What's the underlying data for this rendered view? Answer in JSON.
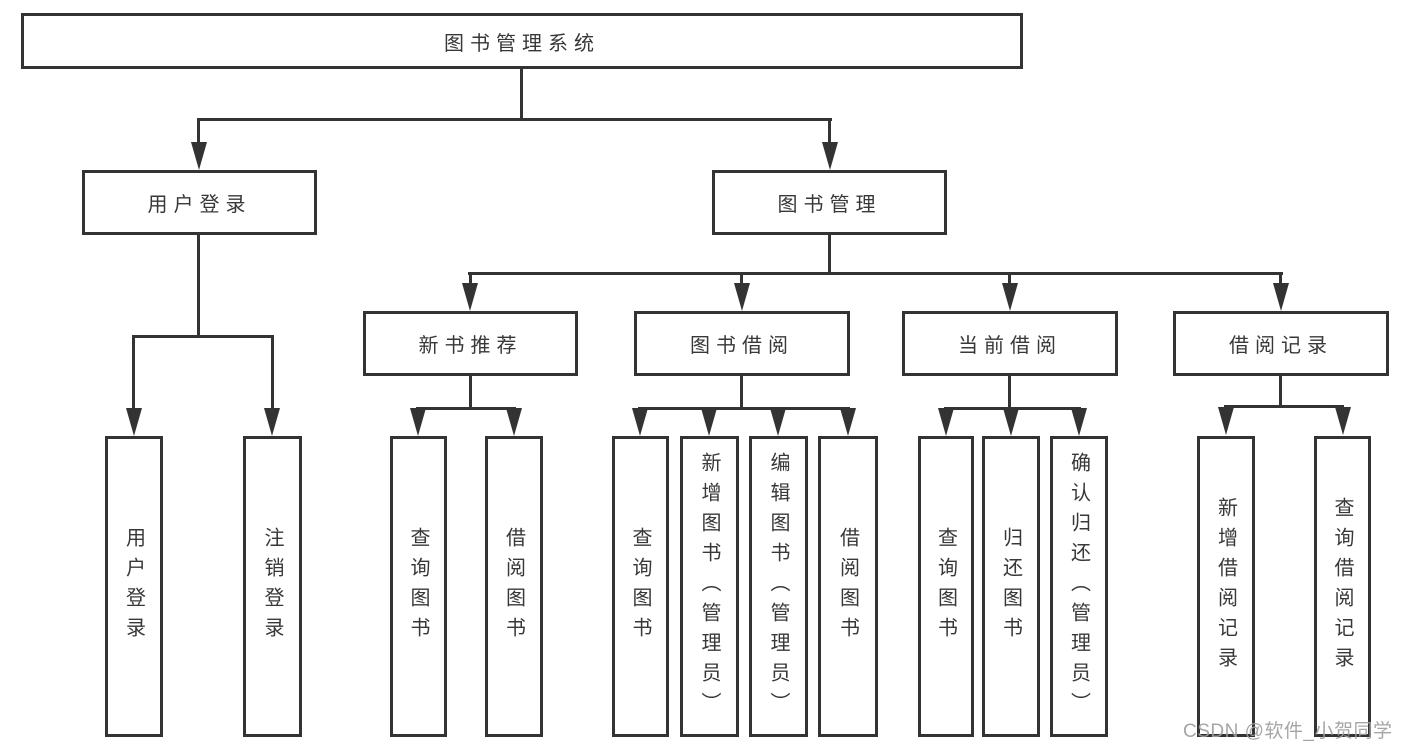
{
  "diagram": {
    "title": "图书管理系统",
    "level1": {
      "user_login": "用户登录",
      "book_mgmt": "图书管理"
    },
    "level2": {
      "new_books": "新书推荐",
      "book_borrow": "图书借阅",
      "current_borrow": "当前借阅",
      "borrow_records": "借阅记录"
    },
    "leaves": {
      "user_login": [
        "用户登录",
        "注销登录"
      ],
      "new_books": [
        "查询图书",
        "借阅图书"
      ],
      "book_borrow": [
        "查询图书",
        "新增图书（管理员）",
        "编辑图书（管理员）",
        "借阅图书"
      ],
      "current_borrow": [
        "查询图书",
        "归还图书",
        "确认归还（管理员）"
      ],
      "borrow_records": [
        "新增借阅记录",
        "查询借阅记录"
      ]
    }
  },
  "colors": {
    "line": "#333333",
    "text": "#383838",
    "watermark": "#9e9e9e",
    "background": "#ffffff"
  },
  "watermark": {
    "text": "CSDN @软件_小贺同学"
  }
}
